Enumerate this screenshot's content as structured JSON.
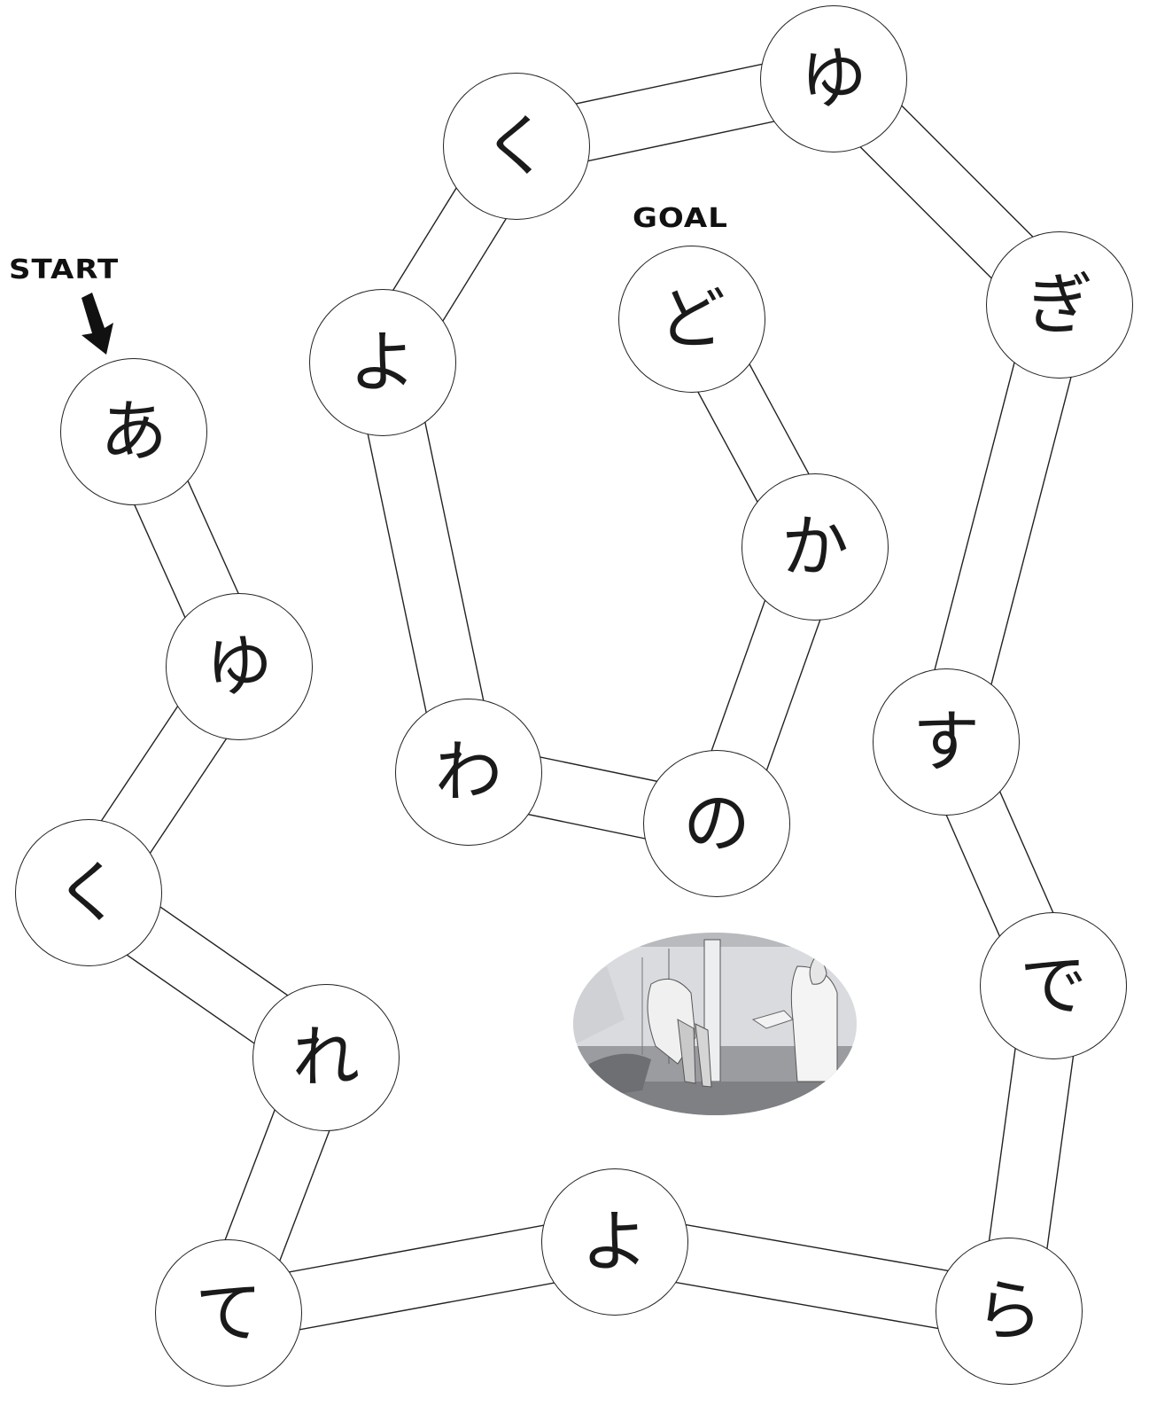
{
  "start_label": "START",
  "goal_label": "GOAL",
  "icons": {
    "start_arrow": "arrow-down-icon",
    "illustration": "people-at-shelf-illustration"
  },
  "colors": {
    "line": "#222222",
    "background": "#ffffff",
    "text": "#1a1a1a"
  },
  "path": [
    {
      "id": "n1",
      "kana": "あ"
    },
    {
      "id": "n2",
      "kana": "ゆ"
    },
    {
      "id": "n3",
      "kana": "く"
    },
    {
      "id": "n4",
      "kana": "れ"
    },
    {
      "id": "n5",
      "kana": "て"
    },
    {
      "id": "n6",
      "kana": "よ"
    },
    {
      "id": "n7",
      "kana": "ら"
    },
    {
      "id": "n8",
      "kana": "で"
    },
    {
      "id": "n9",
      "kana": "す"
    },
    {
      "id": "n10",
      "kana": "ぎ"
    },
    {
      "id": "n11",
      "kana": "ゆ"
    },
    {
      "id": "n12",
      "kana": "く"
    },
    {
      "id": "n13",
      "kana": "よ"
    },
    {
      "id": "n14",
      "kana": "わ"
    },
    {
      "id": "n15",
      "kana": "の"
    },
    {
      "id": "n16",
      "kana": "か"
    },
    {
      "id": "n17",
      "kana": "ど"
    }
  ]
}
